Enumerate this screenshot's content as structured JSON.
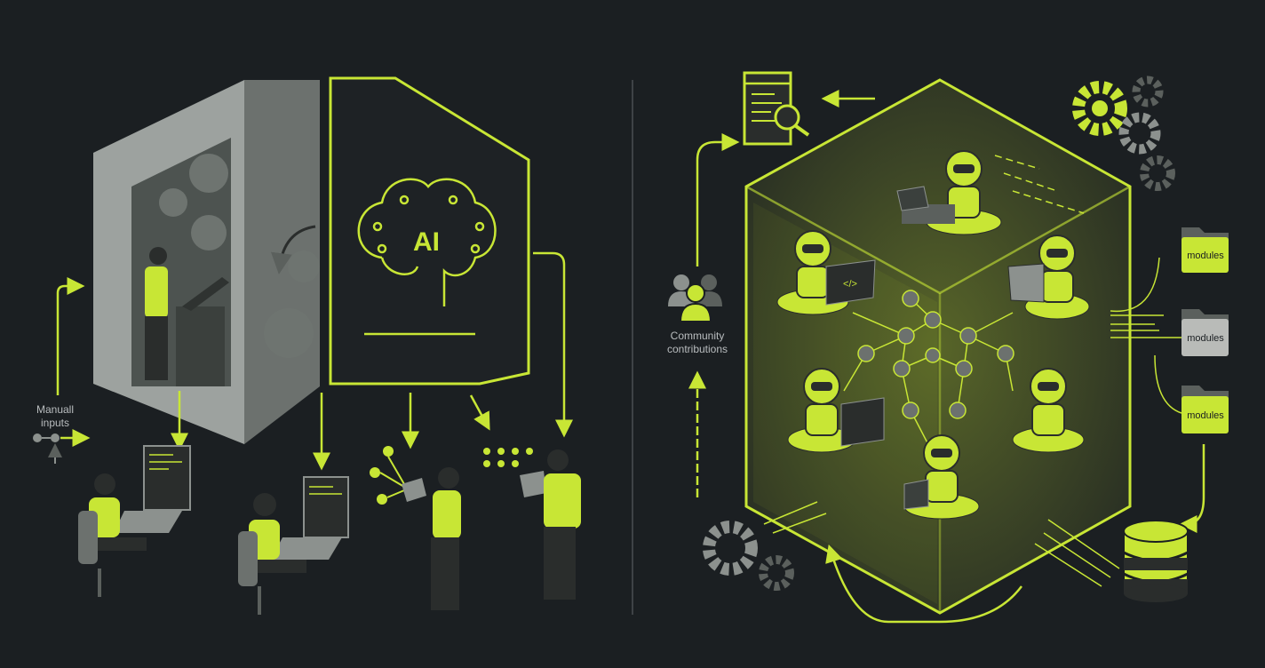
{
  "colors": {
    "background": "#1b1f22",
    "accent": "#c8e635",
    "gray": "#8c918e",
    "dark_gray": "#5b605d"
  },
  "left": {
    "manual_inputs_label": "Manuall inputs",
    "ai_label": "AI"
  },
  "right": {
    "community_label_line1": "Community",
    "community_label_line2": "contributions",
    "modules": [
      {
        "label": "modules",
        "color": "#c8e635"
      },
      {
        "label": "modules",
        "color": "#b9bbb8"
      },
      {
        "label": "modules",
        "color": "#c8e635"
      }
    ],
    "code_glyph": "</>"
  }
}
